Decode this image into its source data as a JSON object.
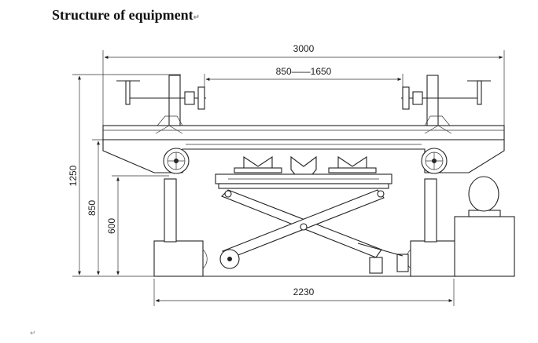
{
  "heading": {
    "text": "Structure of equipment",
    "return_mark": "↵"
  },
  "footer": {
    "return_mark": "↵"
  },
  "dimensions": {
    "overall_width": "3000",
    "stroke_range": "850——1650",
    "base_width": "2230",
    "total_height": "1250",
    "mid_height": "850",
    "low_height": "600"
  }
}
